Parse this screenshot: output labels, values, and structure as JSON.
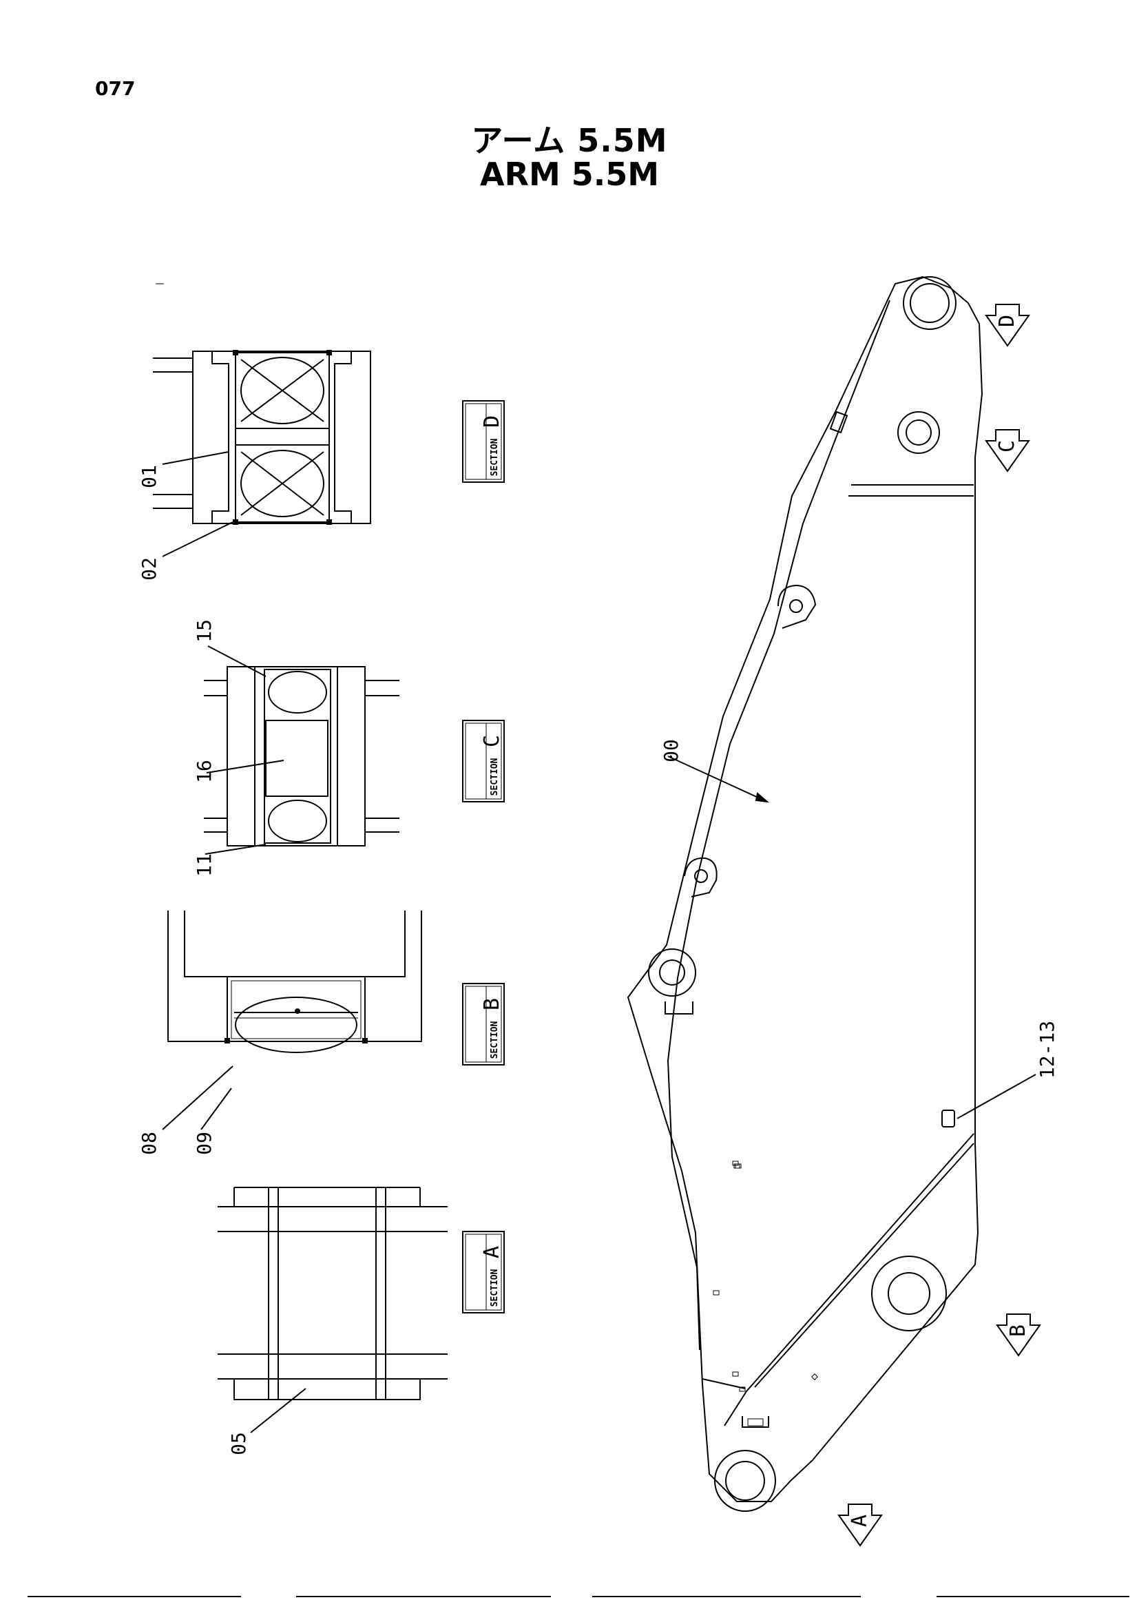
{
  "page": {
    "number": "077"
  },
  "title": {
    "japanese": "アーム 5.5M",
    "english": "ARM 5.5M"
  },
  "callouts": [
    "01",
    "02",
    "15",
    "16",
    "11",
    "08",
    "09",
    "05",
    "00",
    "12-13"
  ],
  "sections": [
    {
      "word": "SECTION",
      "letter": "D"
    },
    {
      "word": "SECTION",
      "letter": "C"
    },
    {
      "word": "SECTION",
      "letter": "B"
    },
    {
      "word": "SECTION",
      "letter": "A"
    }
  ],
  "view_arrows": [
    "D",
    "C",
    "B",
    "A"
  ]
}
